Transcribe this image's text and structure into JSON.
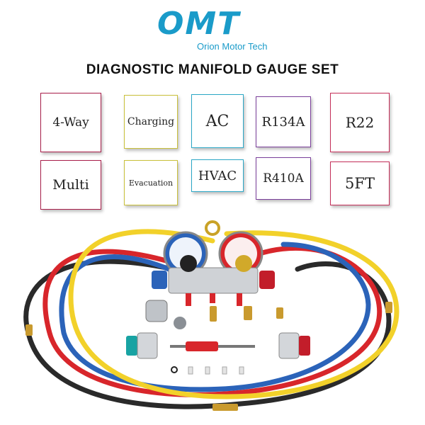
{
  "brand": {
    "logo": "OMT",
    "name": "Orion Motor Tech",
    "color": "#1a9bc9"
  },
  "title": "DIAGNOSTIC MANIFOLD GAUGE SET",
  "tags": [
    {
      "label": "4-Way",
      "border": "#a81e4a"
    },
    {
      "label": "Charging",
      "border": "#c9c03a"
    },
    {
      "label": "AC",
      "border": "#2aa7c6"
    },
    {
      "label": "R134A",
      "border": "#7a3f9a"
    },
    {
      "label": "R22",
      "border": "#c42f59"
    },
    {
      "label": "Multi",
      "border": "#a81e4a"
    },
    {
      "label": "Evacuation",
      "border": "#c9c03a"
    },
    {
      "label": "HVAC",
      "border": "#2aa7c6"
    },
    {
      "label": "R410A",
      "border": "#7a3f9a"
    },
    {
      "label": "5FT",
      "border": "#c42f59"
    }
  ],
  "hose_colors": {
    "red": "#d8262b",
    "blue": "#2b63b9",
    "yellow": "#f2d12a",
    "black": "#2a2a2a"
  }
}
